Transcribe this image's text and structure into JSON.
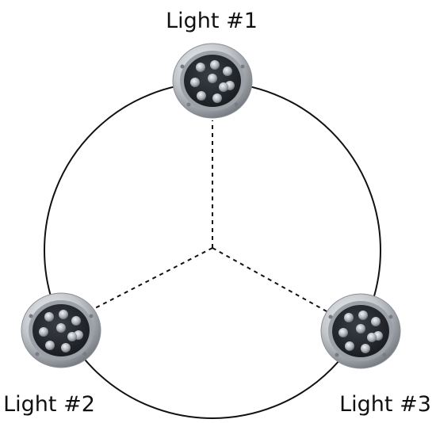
{
  "lights": [
    {
      "id": "light-1",
      "label": "Light #1"
    },
    {
      "id": "light-2",
      "label": "Light #2"
    },
    {
      "id": "light-3",
      "label": "Light #3"
    }
  ],
  "colors": {
    "circle": "#111111",
    "dash": "#111111",
    "rim_light": "#eef0f2",
    "rim_dark": "#7d8288",
    "face": "#202327",
    "led": "#c9ced4"
  },
  "style": {
    "connector_line": "dashed",
    "fixture_icon": "round-led-spotlight-icon"
  }
}
